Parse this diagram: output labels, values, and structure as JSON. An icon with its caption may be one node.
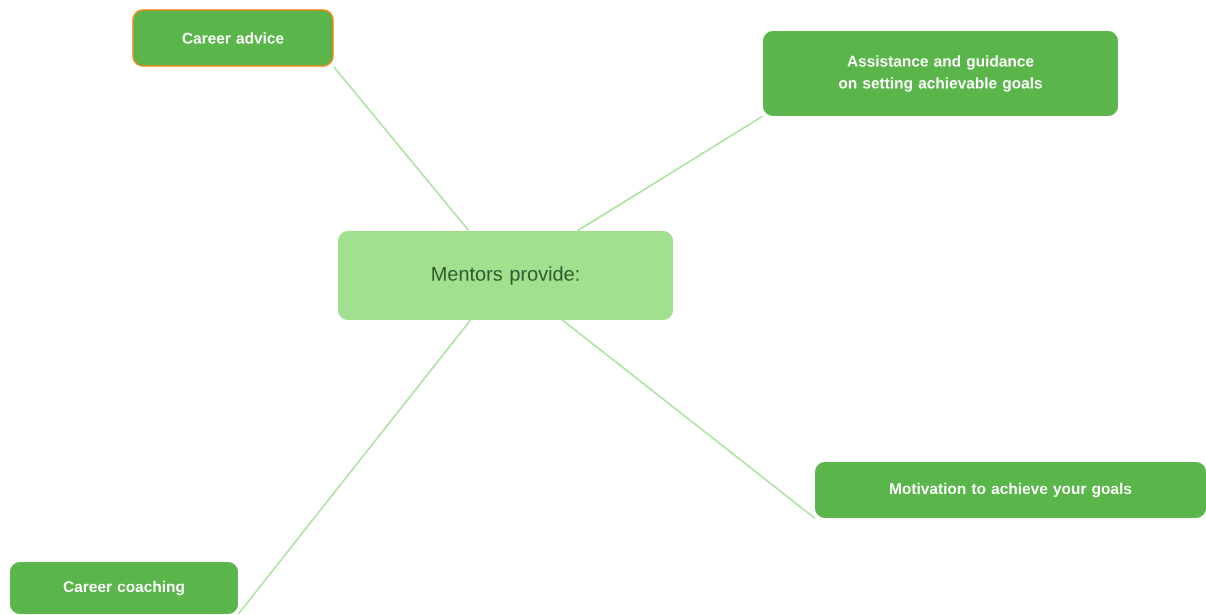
{
  "diagram": {
    "nodes": [
      {
        "text": [
          "Mentors provide:"
        ]
      },
      {
        "text": [
          "Career advice"
        ]
      },
      {
        "text": [
          "Assistance and guidance on setting achievable goals"
        ]
      },
      {
        "text": [
          "Motivation to achieve your goals"
        ]
      },
      {
        "text": [
          "Career coaching"
        ]
      }
    ],
    "edges": [
      {
        "from": 0,
        "to": 1,
        "arrow": "none"
      },
      {
        "from": 0,
        "to": 2,
        "arrow": "none"
      },
      {
        "from": 0,
        "to": 3,
        "arrow": "none"
      },
      {
        "from": 0,
        "to": 4,
        "arrow": "none"
      }
    ]
  }
}
